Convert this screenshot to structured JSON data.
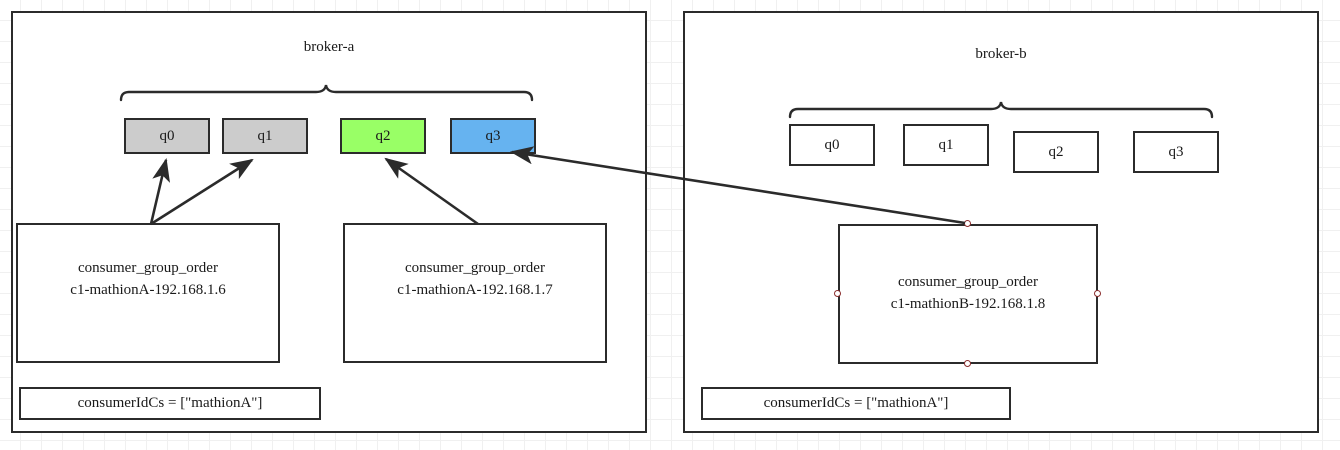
{
  "diagram": {
    "title_a": "broker-a",
    "title_b": "broker-b",
    "colors": {
      "queue_gray": "#cccccc",
      "queue_green": "#99ff66",
      "queue_blue": "#66b3f0",
      "queue_white": "#ffffff",
      "stroke": "#2b2b2b",
      "handle_border": "#8b2e2e",
      "grid": "#f0f0f0"
    }
  },
  "broker_a": {
    "label": "broker-a",
    "queues": [
      {
        "name": "q0",
        "fill": "#cccccc"
      },
      {
        "name": "q1",
        "fill": "#cccccc"
      },
      {
        "name": "q2",
        "fill": "#99ff66"
      },
      {
        "name": "q3",
        "fill": "#66b3f0"
      }
    ],
    "consumers": [
      {
        "group": "consumer_group_order",
        "client_id": "c1-mathionA-192.168.1.6"
      },
      {
        "group": "consumer_group_order",
        "client_id": "c1-mathionA-192.168.1.7"
      }
    ],
    "id_config": "consumerIdCs = [\"mathionA\"]"
  },
  "broker_b": {
    "label": "broker-b",
    "queues": [
      {
        "name": "q0",
        "fill": "#ffffff"
      },
      {
        "name": "q1",
        "fill": "#ffffff"
      },
      {
        "name": "q2",
        "fill": "#ffffff"
      },
      {
        "name": "q3",
        "fill": "#ffffff"
      }
    ],
    "consumers": [
      {
        "group": "consumer_group_order",
        "client_id": "c1-mathionB-192.168.1.8"
      }
    ],
    "id_config": "consumerIdCs = [\"mathionA\"]"
  },
  "connections": [
    {
      "from": "consumer-a1",
      "to": "broker-a-q0",
      "style": "arrow"
    },
    {
      "from": "consumer-a1",
      "to": "broker-a-q1",
      "style": "arrow"
    },
    {
      "from": "consumer-a2",
      "to": "broker-a-q2",
      "style": "arrow"
    },
    {
      "from": "consumer-b1",
      "to": "broker-a-q3",
      "style": "arrow"
    }
  ]
}
